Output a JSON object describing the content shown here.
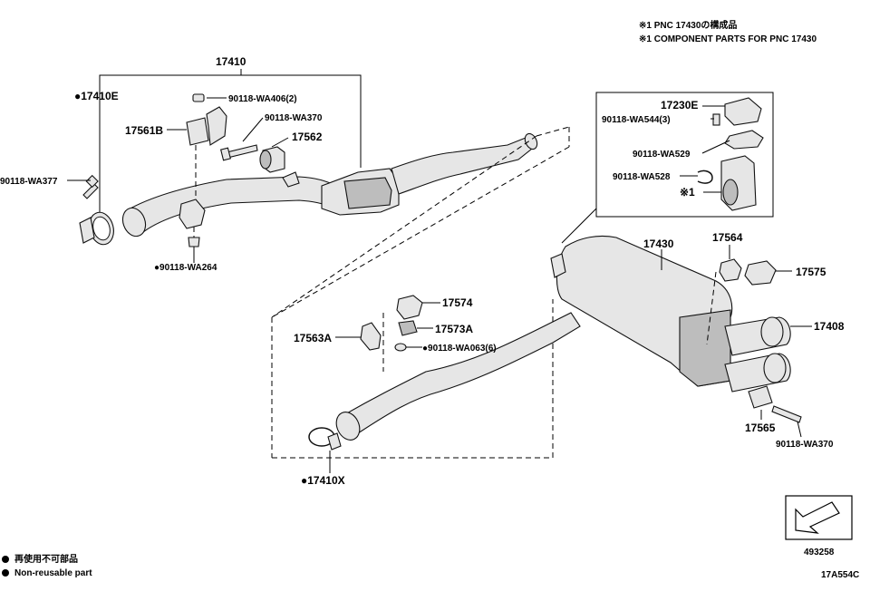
{
  "notes": {
    "ja": "※1 PNC 17430の構成品",
    "en": "※1 COMPONENT PARTS FOR PNC 17430"
  },
  "labels": {
    "p17410": "17410",
    "p17410E": "●17410E",
    "p90118_WA406": "90118-WA406(2)",
    "p90118_WA370_a": "90118-WA370",
    "p17561B": "17561B",
    "p17562": "17562",
    "p90118_WA377": "90118-WA377",
    "p90118_WA264": "●90118-WA264",
    "p17230E": "17230E",
    "p90118_WA544": "90118-WA544(3)",
    "p90118_WA529": "90118-WA529",
    "p90118_WA528": "90118-WA528",
    "p_ref1": "※1",
    "p17430": "17430",
    "p17564": "17564",
    "p17575": "17575",
    "p17408": "17408",
    "p17574": "17574",
    "p17573A": "17573A",
    "p17563A": "17563A",
    "p90118_WA063": "●90118-WA063(6)",
    "p17565": "17565",
    "p90118_WA370_b": "90118-WA370",
    "p17410X": "●17410X"
  },
  "legend": {
    "ja": "再使用不可部品",
    "en": "Non-reusable part",
    "symbol": "●"
  },
  "codes": {
    "illustration_number": "493258",
    "diagram_code": "17A554C"
  },
  "colors": {
    "ink": "#000000",
    "part_fill": "#e6e6e6",
    "part_shade": "#bdbdbd",
    "background": "#ffffff"
  }
}
